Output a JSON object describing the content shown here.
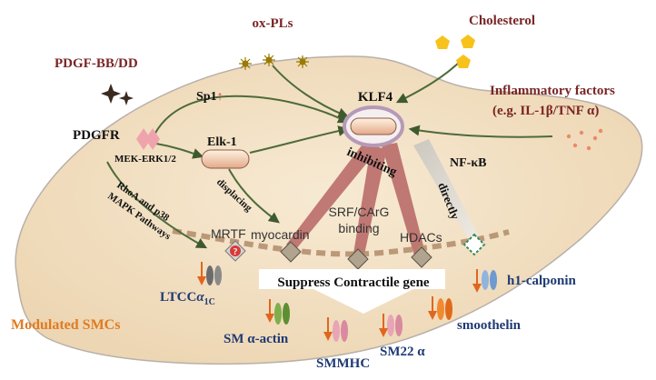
{
  "colors": {
    "cell_fill": "#f3e2c6",
    "cell_stroke": "#b8b0a8",
    "ligand_text": "#7a2525",
    "arrow_green": "#4e6b3a",
    "gene_text": "#1f3a73",
    "modulated_text": "#e07b22",
    "cholesterol_yellow": "#f7c21b",
    "klf4_ring": "#b59ab7",
    "wedge": "#b46060",
    "dash": "#b08b6a",
    "down_arrow": "#e0661f"
  },
  "labels": {
    "ox_pls": "ox-PLs",
    "cholesterol": "Cholesterol",
    "pdgf_bb_dd": "PDGF-BB/DD",
    "inflammatory_line1": "Inflammatory factors",
    "inflammatory_line2": "(e.g. IL-1β/TNF α)",
    "sp1": "Sp1",
    "sp1_arrow": "↑",
    "klf4": "KLF4",
    "pdgfr": "PDGFR",
    "elk1": "Elk-1",
    "mek_erk": "MEK-ERK1/2",
    "nfkb": "NF-κB",
    "inhibiting": "inhibiting",
    "directly": "directly",
    "displacing": "displacing",
    "rhoa_line1": "RhoA and p38",
    "rhoa_line2": "MAPK Pathways",
    "mrtf": "MRTF",
    "mrtf_mark": "?",
    "myocardin": "myocardin",
    "srf_line1": "SRF/CArG",
    "srf_line2": "binding",
    "hdacs": "HDACs",
    "suppress": "Suppress Contractile gene",
    "modulated": "Modulated SMCs"
  },
  "genes": {
    "ltcc": "LTCC",
    "ltcc_alpha": "α",
    "ltcc_sub": "1C",
    "sm_actin": "SM α-actin",
    "smmhc": "SMMHC",
    "sm22": "SM22 α",
    "smoothelin": "smoothelin",
    "h1_calponin": "h1-calponin"
  }
}
